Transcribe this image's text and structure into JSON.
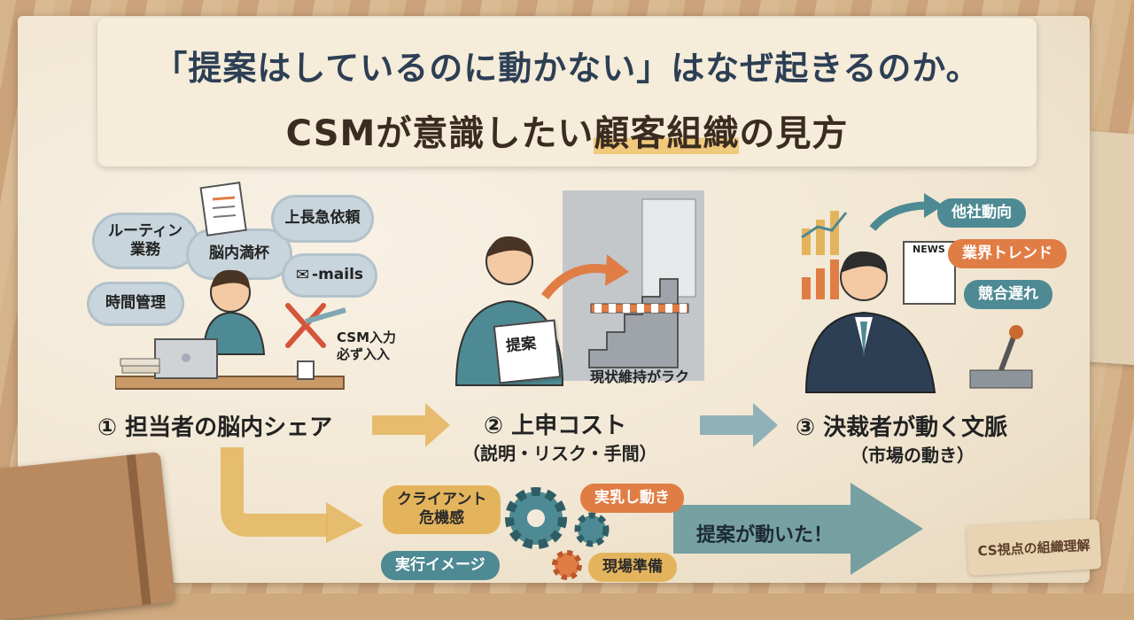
{
  "title": {
    "line1": "「提案はしているのに動かない」はなぜ起きるのか。",
    "line2_pre": "CSMが意識したい",
    "line2_highlight": "顧客組織",
    "line2_post": "の見方"
  },
  "step1": {
    "label": "① 担当者の脳内シェア",
    "clouds": [
      "ルーティン\n業務",
      "脳内満杯",
      "上長急依頼",
      "-mails",
      "時間管理"
    ],
    "note": "CSM入力\n必ず入入"
  },
  "step2": {
    "label": "② 上申コスト",
    "sub": "（説明・リスク・手間）",
    "paper": "提案",
    "note": "現状維持がラク"
  },
  "step3": {
    "label": "③ 決裁者が動く文脈",
    "sub": "（市場の動き）",
    "tags": [
      "他社動向",
      "業界トレンド",
      "競合遅れ"
    ],
    "newspaper": "NEWS"
  },
  "bottom": {
    "tags": [
      "クライアント\n危機感",
      "実行イメージ",
      "実乳し動き",
      "現場準備"
    ],
    "result": "提案が動いた！"
  },
  "badge": "CS視点の組織理解",
  "colors": {
    "teal": "#4e8a93",
    "orange": "#e07d45",
    "gold": "#e4b45c",
    "navy": "#2d3f55"
  }
}
